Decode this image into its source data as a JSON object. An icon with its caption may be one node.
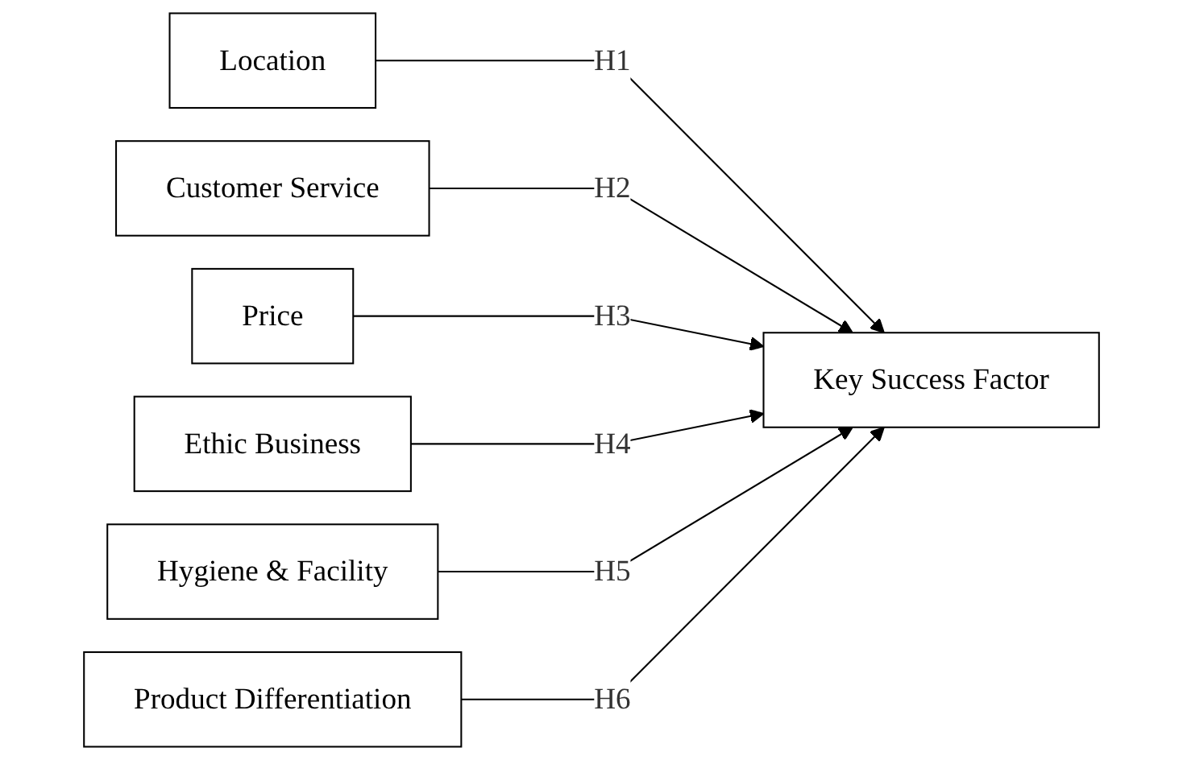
{
  "diagram": {
    "nodes": [
      {
        "text": [
          "Location"
        ]
      },
      {
        "text": [
          "Customer Service"
        ]
      },
      {
        "text": [
          "Price"
        ]
      },
      {
        "text": [
          "Ethic Business"
        ]
      },
      {
        "text": [
          "Hygiene & Facility"
        ]
      },
      {
        "text": [
          "Product Differentiation"
        ]
      },
      {
        "text": [
          "Key Success Factor"
        ]
      }
    ],
    "edges": [
      {
        "from": 0,
        "to": 6,
        "arrow": "to",
        "label": "H1"
      },
      {
        "from": 1,
        "to": 6,
        "arrow": "to",
        "label": "H2"
      },
      {
        "from": 2,
        "to": 6,
        "arrow": "to",
        "label": "H3"
      },
      {
        "from": 3,
        "to": 6,
        "arrow": "to",
        "label": "H4"
      },
      {
        "from": 4,
        "to": 6,
        "arrow": "to",
        "label": "H5"
      },
      {
        "from": 5,
        "to": 6,
        "arrow": "to",
        "label": "H6"
      }
    ]
  }
}
